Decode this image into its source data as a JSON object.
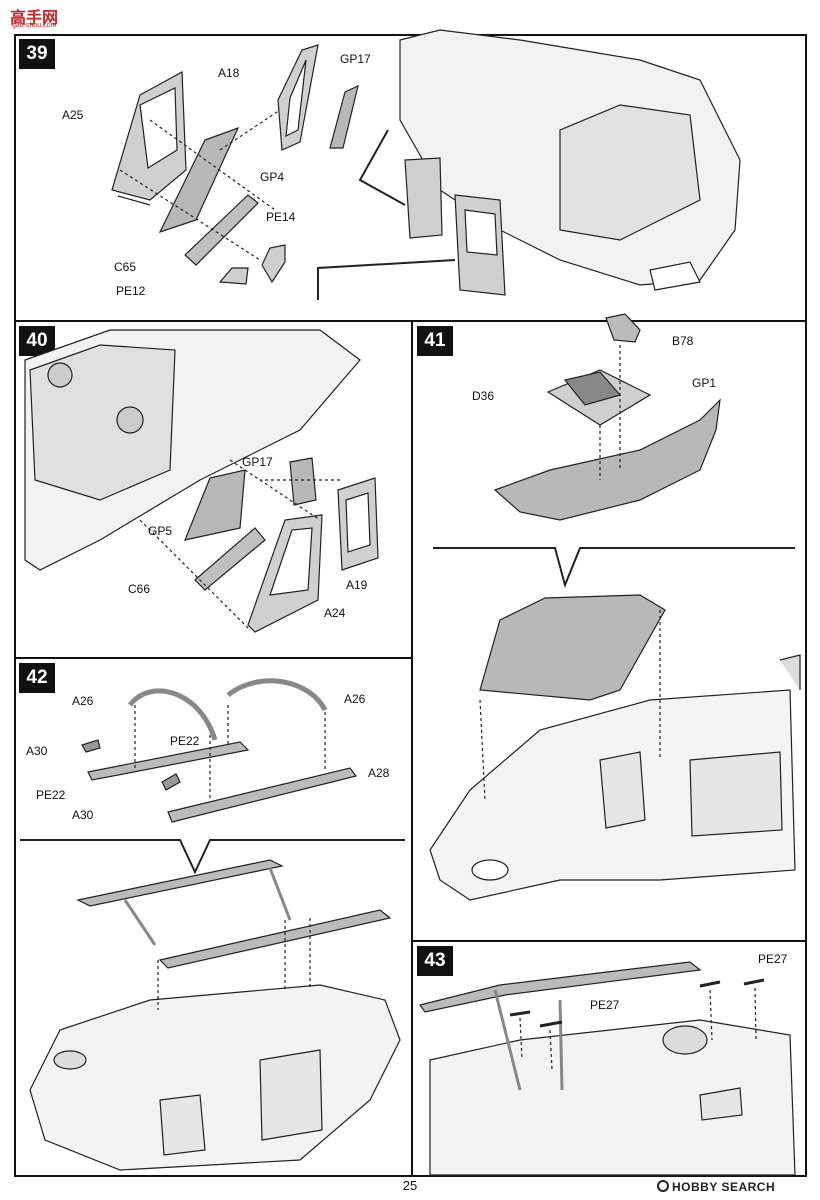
{
  "watermark": {
    "site_cn": "高手网",
    "site_url": "gao-shou.com"
  },
  "footer": {
    "page_number": "25",
    "source": "HOBBY SEARCH"
  },
  "steps": {
    "s39": {
      "number": "39",
      "labels": {
        "a18": "A18",
        "gp17": "GP17",
        "a25": "A25",
        "gp4": "GP4",
        "pe14": "PE14",
        "c65": "C65",
        "pe12": "PE12"
      }
    },
    "s40": {
      "number": "40",
      "labels": {
        "gp17": "GP17",
        "gp5": "GP5",
        "c66": "C66",
        "a19": "A19",
        "a24": "A24"
      }
    },
    "s41": {
      "number": "41",
      "labels": {
        "b78": "B78",
        "d36": "D36",
        "gp1": "GP1"
      }
    },
    "s42": {
      "number": "42",
      "labels": {
        "a26_left": "A26",
        "a26_right": "A26",
        "a30_top": "A30",
        "pe22_top": "PE22",
        "pe22_left": "PE22",
        "a30_bottom": "A30",
        "a28": "A28"
      }
    },
    "s43": {
      "number": "43",
      "labels": {
        "pe27_right": "PE27",
        "pe27_center": "PE27"
      }
    }
  }
}
